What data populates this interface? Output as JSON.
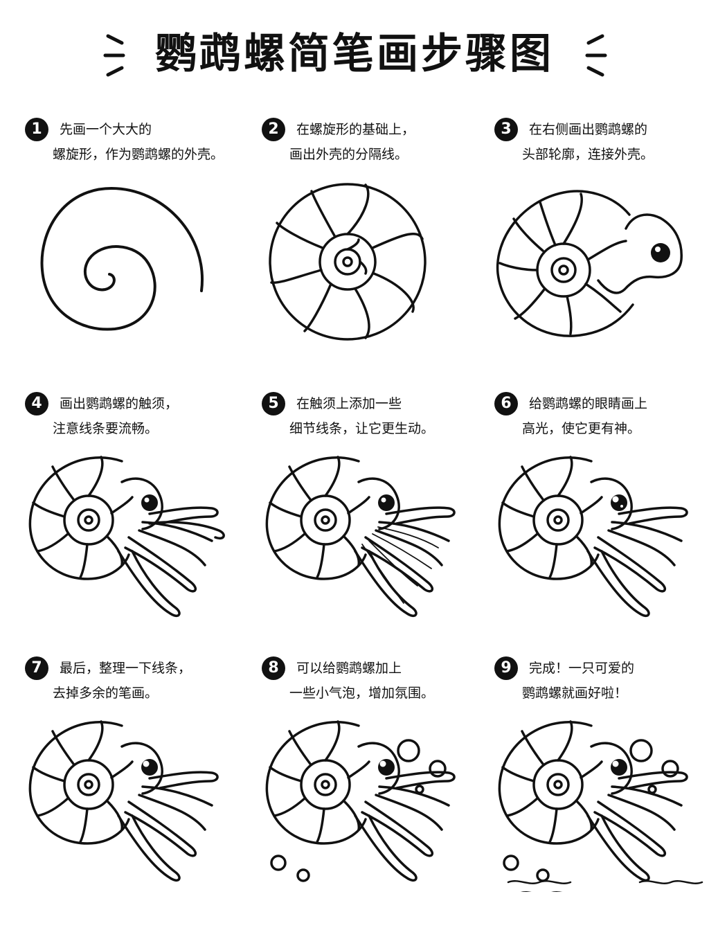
{
  "title": "鹦鹉螺简笔画步骤图",
  "steps": [
    {
      "num": "1",
      "line1": "先画一个大大的",
      "line2": "螺旋形，作为鹦鹉螺的外壳。"
    },
    {
      "num": "2",
      "line1": "在螺旋形的基础上，",
      "line2": "画出外壳的分隔线。"
    },
    {
      "num": "3",
      "line1": "在右侧画出鹦鹉螺的",
      "line2": "头部轮廓，连接外壳。"
    },
    {
      "num": "4",
      "line1": "画出鹦鹉螺的触须，",
      "line2": "注意线条要流畅。"
    },
    {
      "num": "5",
      "line1": "在触须上添加一些",
      "line2": "细节线条，让它更生动。"
    },
    {
      "num": "6",
      "line1": "给鹦鹉螺的眼睛画上",
      "line2": "高光，使它更有神。"
    },
    {
      "num": "7",
      "line1": "最后，整理一下线条，",
      "line2": "去掉多余的笔画。"
    },
    {
      "num": "8",
      "line1": "可以给鹦鹉螺加上",
      "line2": "一些小气泡，增加氛围。"
    },
    {
      "num": "9",
      "line1": "完成！一只可爱的",
      "line2": "鹦鹉螺就画好啦！"
    }
  ]
}
